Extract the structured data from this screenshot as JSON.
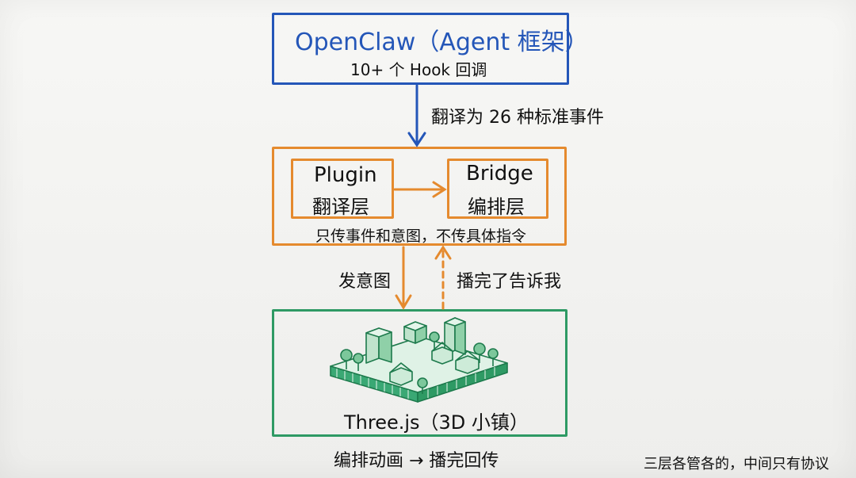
{
  "top": {
    "title": "OpenClaw（Agent 框架）",
    "subtitle": "10+ 个 Hook 回调"
  },
  "arrow1_label": "翻译为 26 种标准事件",
  "middle": {
    "plugin": {
      "line1": "Plugin",
      "line2": "翻译层"
    },
    "bridge": {
      "line1": "Bridge",
      "line2": "编排层"
    },
    "caption": "只传事件和意图，不传具体指令"
  },
  "down_label": "发意图",
  "up_label": "播完了告诉我",
  "bottom": {
    "title": "Three.js（3D 小镇）"
  },
  "footer": {
    "left": "编排动画 → 播完回传",
    "right": "三层各管各的，中间只有协议"
  },
  "colors": {
    "blue": "#2456b8",
    "orange": "#e58a2e",
    "green": "#2e9a64"
  },
  "icons": [
    "3d-town-illustration"
  ]
}
